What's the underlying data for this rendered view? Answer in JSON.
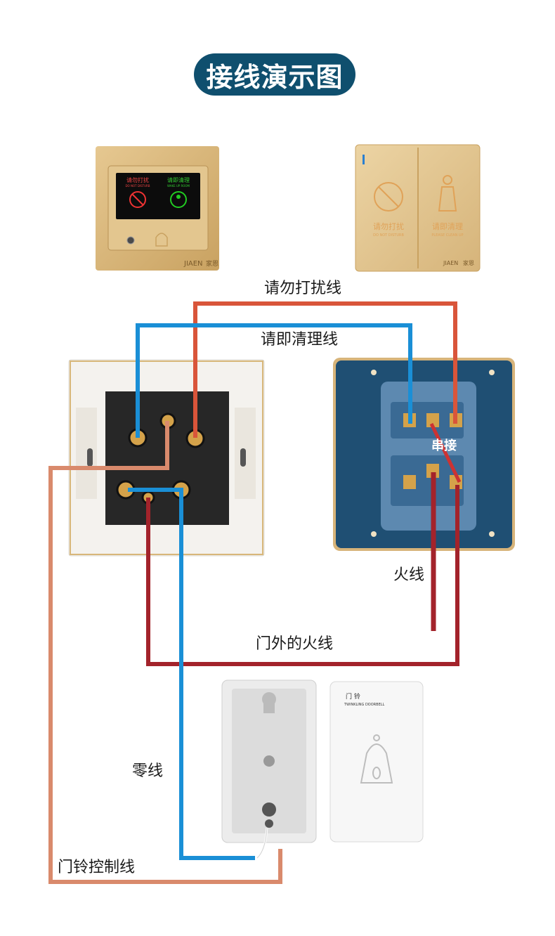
{
  "title": "接线演示图",
  "panels": {
    "front_brand": "JIAEN",
    "front_brand_cn": "家恩",
    "dnd_cn": "请勿打扰",
    "dnd_en": "DO NOT DISTURB",
    "mur_cn": "请即清理",
    "mur_en": "WAKE UP ROOM",
    "switch_dnd_cn": "请勿打扰",
    "switch_dnd_en": "DO NOT DISTURB",
    "switch_mur_cn": "请即清理",
    "switch_mur_en": "PLEASE CLEAN UP",
    "switch_brand": "JIAEN",
    "switch_brand_cn": "家恩"
  },
  "labels": {
    "dnd_wire": "请勿打扰线",
    "clean_wire": "请即清理线",
    "series": "串接",
    "live": "火线",
    "outside_live": "门外的火线",
    "neutral": "零线",
    "bell_control": "门铃控制线"
  },
  "doorbell": {
    "cn": "门 铃",
    "en": "TWINKLING DOORBELL"
  },
  "colors": {
    "title_bg": "#0f4f6e",
    "red_wire": "#d9553a",
    "blue_wire": "#1a8fd6",
    "dark_red_wire": "#a3232b",
    "salmon_wire": "#d98a6c",
    "gold_panel": "#d9b77a",
    "blue_board": "#1f4f73"
  }
}
